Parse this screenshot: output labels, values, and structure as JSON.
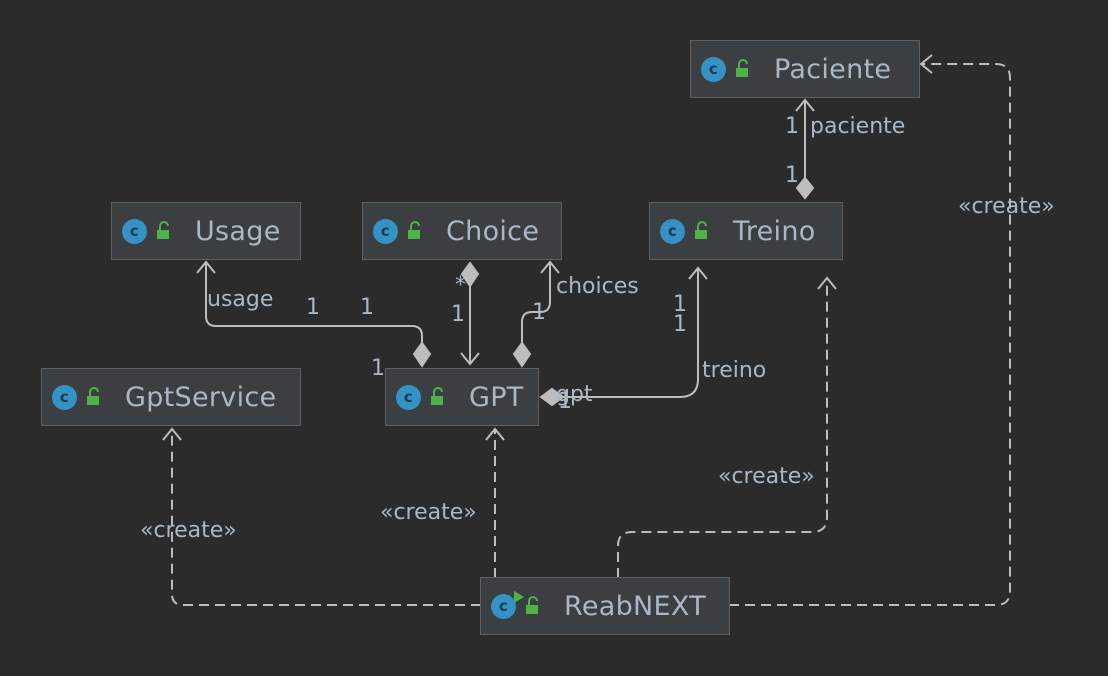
{
  "colors": {
    "background": "#2b2b2b",
    "node_fill": "#3c3f41",
    "edge": "#bdbdbd",
    "text": "#a9b7c6",
    "class_icon": "#3592c4",
    "lock_icon": "#4fb34a"
  },
  "icons": {
    "class": "class-c-icon",
    "visibility": "public-lock-icon",
    "runnable": "run-marker-icon"
  },
  "nodes": {
    "paciente": {
      "name": "Paciente",
      "icon_letter": "c"
    },
    "usage": {
      "name": "Usage",
      "icon_letter": "c"
    },
    "choice": {
      "name": "Choice",
      "icon_letter": "c"
    },
    "treino": {
      "name": "Treino",
      "icon_letter": "c"
    },
    "gptservice": {
      "name": "GptService",
      "icon_letter": "c"
    },
    "gpt": {
      "name": "GPT",
      "icon_letter": "c"
    },
    "reabnext": {
      "name": "ReabNEXT",
      "icon_letter": "c"
    }
  },
  "edges": {
    "treino_paciente": {
      "label": "paciente",
      "source_mult": "1",
      "target_mult": "1"
    },
    "gpt_usage": {
      "label": "usage",
      "source_mult": "1",
      "target_mult": "1"
    },
    "gpt_choice_many": {
      "source_mult": "1",
      "target_mult": "*"
    },
    "gpt_choice_list": {
      "label": "choices",
      "source_mult": "1"
    },
    "treino_gpt": {
      "label": "gpt",
      "source_mult": "1"
    },
    "gpt_treino": {
      "label": "treino",
      "target_mult": "1"
    },
    "gpt_extra_mult": "1",
    "create_label": "«create»"
  }
}
